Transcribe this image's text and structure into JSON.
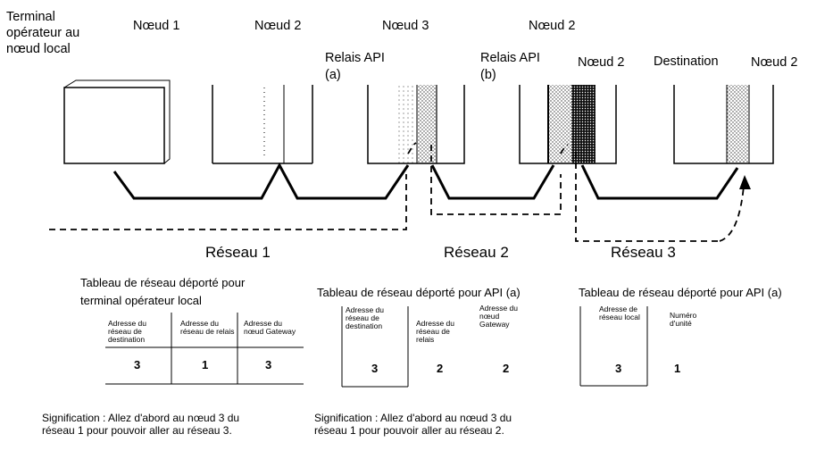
{
  "labels": {
    "terminal": "Terminal opérateur au nœud local",
    "node1": "Nœud 1",
    "node2a": "Nœud 2",
    "node3": "Nœud 3",
    "node2b": "Nœud 2",
    "node2c": "Nœud 2",
    "node2d": "Nœud 2",
    "relay_a": "Relais API (a)",
    "relay_b": "Relais API (b)",
    "destination": "Destination"
  },
  "networks": [
    "Réseau 1",
    "Réseau 2",
    "Réseau 3"
  ],
  "tables": [
    {
      "caption": "Tableau de réseau déporté pour terminal opérateur local",
      "headers": [
        "Adresse du réseau de destination",
        "Adresse du réseau de relais",
        "Adresse du nœud Gateway"
      ],
      "values": [
        "3",
        "1",
        "3"
      ],
      "meaning": "Signification : Allez d'abord au nœud 3 du réseau 1 pour pouvoir aller au réseau 3."
    },
    {
      "caption": "Tableau de réseau déporté pour API (a)",
      "headers": [
        "Adresse du réseau de destination",
        "Adresse du réseau de relais",
        "Adresse du nœud Gateway"
      ],
      "values": [
        "3",
        "2",
        "2"
      ],
      "meaning": "Signification : Allez d'abord au nœud 3 du réseau 1 pour pouvoir aller au réseau 2."
    },
    {
      "caption": "Tableau de réseau déporté pour API (a)",
      "headers": [
        "Adresse de réseau local",
        "Numéro d'unité"
      ],
      "values": [
        "3",
        "1"
      ]
    }
  ]
}
